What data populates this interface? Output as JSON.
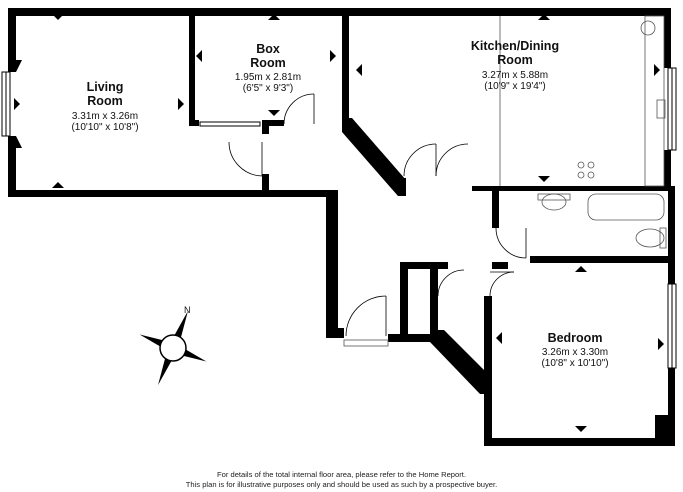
{
  "rooms": {
    "living": {
      "name_line1": "Living",
      "name_line2": "Room",
      "metric": "3.31m x 3.26m",
      "imperial": "(10'10\" x 10'8\")"
    },
    "box": {
      "name_line1": "Box",
      "name_line2": "Room",
      "metric": "1.95m x 2.81m",
      "imperial": "(6'5\" x 9'3\")"
    },
    "kitchen": {
      "name_line1": "Kitchen/Dining",
      "name_line2": "Room",
      "metric": "3.27m x 5.88m",
      "imperial": "(10'9\" x 19'4\")"
    },
    "bedroom": {
      "name": "Bedroom",
      "metric": "3.26m x 3.30m",
      "imperial": "(10'8\" x 10'10\")"
    }
  },
  "compass": {
    "north_label": "N"
  },
  "footer": {
    "line1": "For details of the total internal floor area, please refer to the Home Report.",
    "line2": "This plan is for illustrative purposes only and should be used as such by a prospective buyer."
  },
  "colors": {
    "wall": "#000000",
    "fixture": "#555555",
    "background": "#ffffff"
  }
}
